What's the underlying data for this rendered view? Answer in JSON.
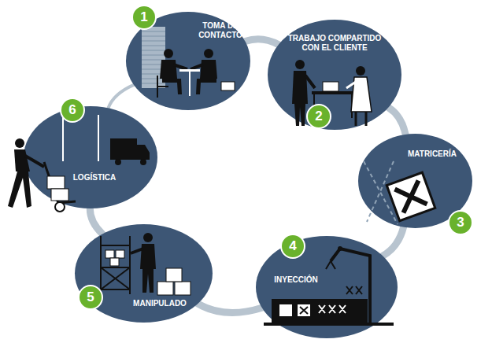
{
  "diagram": {
    "nodes": [
      {
        "text": [
          "TOMA DE CONTACTO"
        ]
      },
      {
        "text": [
          "1"
        ]
      },
      {
        "text": [
          "TRABAJO COMPARTIDO CON EL CLIENTE"
        ]
      },
      {
        "text": [
          "2"
        ]
      },
      {
        "text": [
          "MATRICERÍA"
        ]
      },
      {
        "text": [
          "3"
        ]
      },
      {
        "text": [
          "INYECCIÓN"
        ]
      },
      {
        "text": [
          "4"
        ]
      },
      {
        "text": [
          "MANIPULADO"
        ]
      },
      {
        "text": [
          "5"
        ]
      },
      {
        "text": [
          "LOGÍSTICA"
        ]
      },
      {
        "text": [
          "6"
        ]
      }
    ],
    "edges": [
      {
        "from": 0,
        "to": 2,
        "arrow": "none"
      },
      {
        "from": 2,
        "to": 4,
        "arrow": "none"
      },
      {
        "from": 4,
        "to": 6,
        "arrow": "none"
      },
      {
        "from": 6,
        "to": 8,
        "arrow": "none"
      },
      {
        "from": 8,
        "to": 10,
        "arrow": "none"
      },
      {
        "from": 10,
        "to": 0,
        "arrow": "none"
      }
    ]
  }
}
